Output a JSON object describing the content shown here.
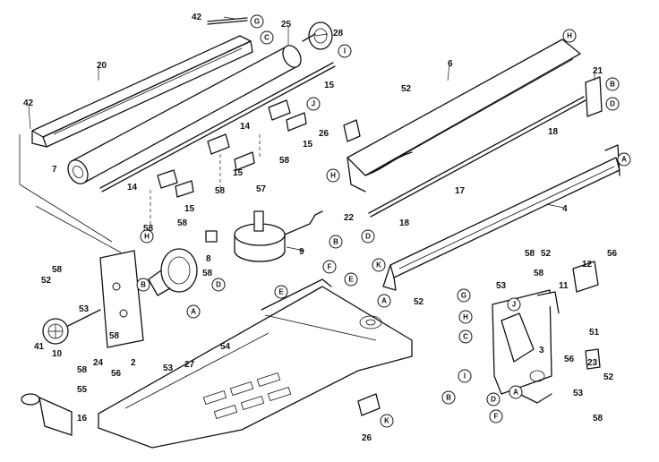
{
  "diagram": {
    "part_numbers": [
      {
        "label": "42"
      },
      {
        "label": "25"
      },
      {
        "label": "28"
      },
      {
        "label": "20"
      },
      {
        "label": "15"
      },
      {
        "label": "6"
      },
      {
        "label": "52"
      },
      {
        "label": "21"
      },
      {
        "label": "42"
      },
      {
        "label": "7"
      },
      {
        "label": "14"
      },
      {
        "label": "15"
      },
      {
        "label": "58"
      },
      {
        "label": "15"
      },
      {
        "label": "14"
      },
      {
        "label": "58"
      },
      {
        "label": "26"
      },
      {
        "label": "18"
      },
      {
        "label": "15"
      },
      {
        "label": "58"
      },
      {
        "label": "17"
      },
      {
        "label": "57"
      },
      {
        "label": "22"
      },
      {
        "label": "18"
      },
      {
        "label": "58"
      },
      {
        "label": "9"
      },
      {
        "label": "4"
      },
      {
        "label": "58"
      },
      {
        "label": "8"
      },
      {
        "label": "58"
      },
      {
        "label": "52"
      },
      {
        "label": "52"
      },
      {
        "label": "53"
      },
      {
        "label": "10"
      },
      {
        "label": "41"
      },
      {
        "label": "58"
      },
      {
        "label": "24"
      },
      {
        "label": "56"
      },
      {
        "label": "2"
      },
      {
        "label": "53"
      },
      {
        "label": "27"
      },
      {
        "label": "54"
      },
      {
        "label": "55"
      },
      {
        "label": "16"
      },
      {
        "label": "58"
      },
      {
        "label": "26"
      },
      {
        "label": "58"
      },
      {
        "label": "52"
      },
      {
        "label": "12"
      },
      {
        "label": "56"
      },
      {
        "label": "53"
      },
      {
        "label": "11"
      },
      {
        "label": "51"
      },
      {
        "label": "3"
      },
      {
        "label": "56"
      },
      {
        "label": "52"
      },
      {
        "label": "23"
      },
      {
        "label": "53"
      },
      {
        "label": "58"
      },
      {
        "label": "58"
      }
    ],
    "reference_letters": [
      {
        "label": "G"
      },
      {
        "label": "C"
      },
      {
        "label": "I"
      },
      {
        "label": "H"
      },
      {
        "label": "B"
      },
      {
        "label": "D"
      },
      {
        "label": "J"
      },
      {
        "label": "H"
      },
      {
        "label": "A"
      },
      {
        "label": "B"
      },
      {
        "label": "D"
      },
      {
        "label": "F"
      },
      {
        "label": "E"
      },
      {
        "label": "K"
      },
      {
        "label": "A"
      },
      {
        "label": "H"
      },
      {
        "label": "B"
      },
      {
        "label": "D"
      },
      {
        "label": "A"
      },
      {
        "label": "E"
      },
      {
        "label": "G"
      },
      {
        "label": "H"
      },
      {
        "label": "C"
      },
      {
        "label": "J"
      },
      {
        "label": "I"
      },
      {
        "label": "B"
      },
      {
        "label": "D"
      },
      {
        "label": "A"
      },
      {
        "label": "F"
      },
      {
        "label": "K"
      }
    ]
  }
}
